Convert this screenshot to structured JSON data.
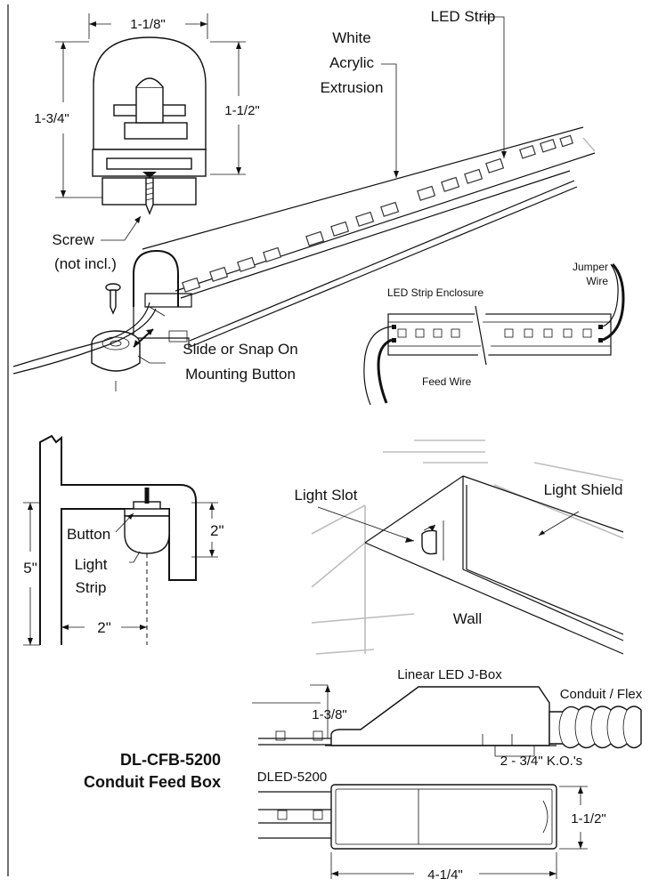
{
  "panel1": {
    "dim_width": "1-1/8\"",
    "dim_total_height": "1-3/4\"",
    "dim_lens_height": "1-1/2\"",
    "label_led_strip": "LED Strip",
    "label_extrusion": [
      "White",
      "Acrylic",
      "Extrusion"
    ],
    "label_screw": [
      "Screw",
      "(not incl.)"
    ],
    "label_button": [
      "Slide or Snap On",
      "Mounting Button"
    ]
  },
  "panel1_inset": {
    "label_enclosure": "LED Strip Enclosure",
    "label_jumper": [
      "Jumper",
      "Wire"
    ],
    "label_feed": "Feed Wire"
  },
  "panel2": {
    "label_button": "Button",
    "label_strip": [
      "Light",
      "Strip"
    ],
    "dim_drop": "2\"",
    "dim_height": "5\"",
    "dim_offset": "2\""
  },
  "panel3": {
    "label_slot": "Light Slot",
    "label_shield": "Light Shield",
    "label_wall": "Wall"
  },
  "panel4": {
    "title": [
      "DL-CFB-5200",
      "Conduit Feed Box"
    ],
    "label_jbox": "Linear LED J-Box",
    "label_conduit": "Conduit / Flex",
    "dim_jbox_height": "1-3/8\"",
    "label_ko": "2 - 3/4\" K.O.'s",
    "label_dled": "DLED-5200",
    "dim_box_width": "1-1/2\"",
    "dim_box_length": "4-1/4\""
  }
}
